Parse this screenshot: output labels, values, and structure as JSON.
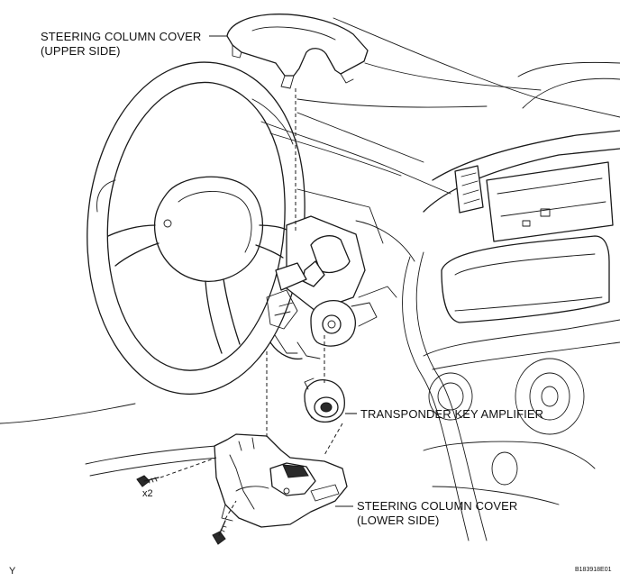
{
  "labels": {
    "upper_cover_line1": "STEERING COLUMN COVER",
    "upper_cover_line2": "(UPPER SIDE)",
    "transponder": "TRANSPONDER KEY AMPLIFIER",
    "lower_cover_line1": "STEERING COLUMN COVER",
    "lower_cover_line2": "(LOWER SIDE)",
    "screw_qty": "x2"
  },
  "footer": {
    "left_mark": "Y",
    "figure_id": "B183918E01"
  }
}
